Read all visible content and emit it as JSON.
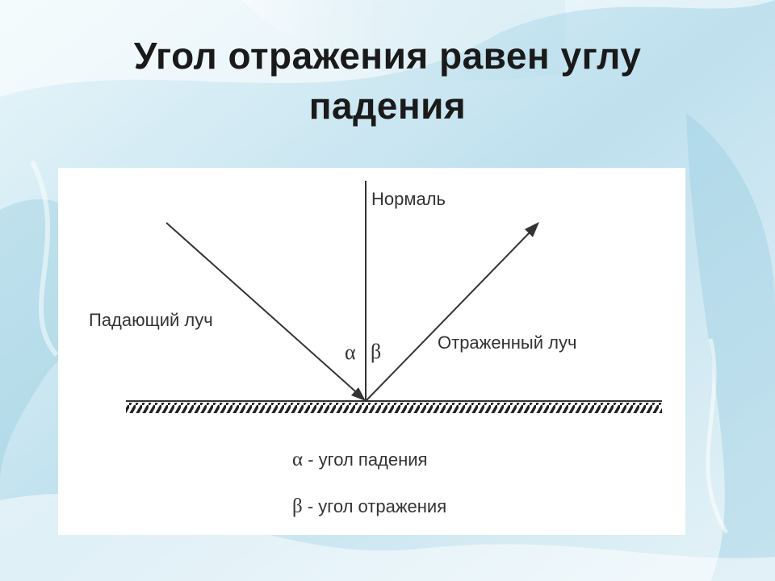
{
  "title": {
    "line1": "Угол отражения равен углу",
    "line2": "падения"
  },
  "diagram": {
    "normal_label": "Нормаль",
    "incident_label": "Падающий луч",
    "reflected_label": "Отраженный луч",
    "alpha_symbol": "α",
    "beta_symbol": "β",
    "legend": [
      {
        "symbol": "α",
        "text": " - угол падения"
      },
      {
        "symbol": "β",
        "text": " - угол отражения"
      }
    ]
  },
  "colors": {
    "line": "#333333",
    "panel": "#ffffff",
    "title": "#1a1a1a",
    "background": "#d6ecf4"
  }
}
